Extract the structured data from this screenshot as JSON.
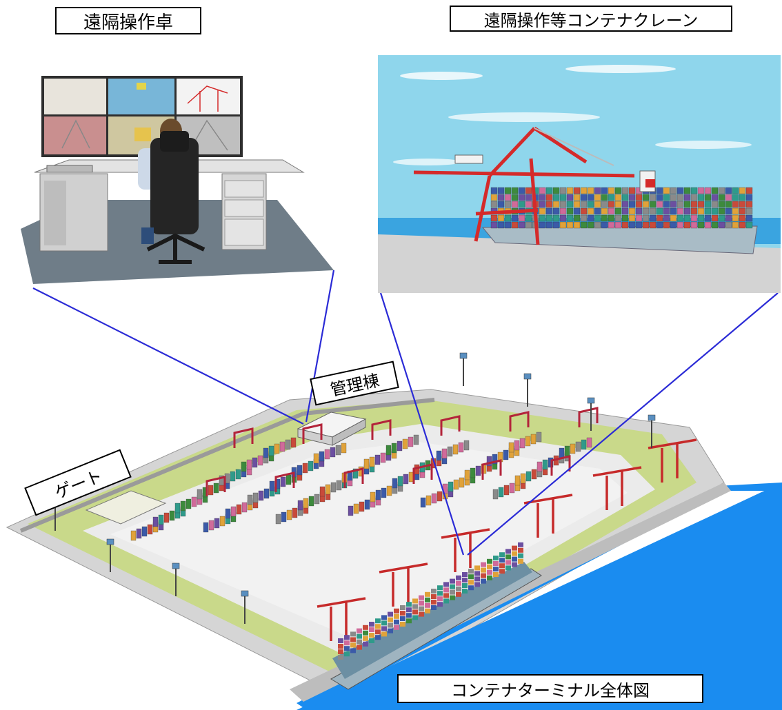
{
  "labels": {
    "remote_console": "遠隔操作卓",
    "remote_crane": "遠隔操作等コンテナクレーン",
    "admin_building": "管理棟",
    "gate": "ゲート",
    "terminal_overview": "コンテナターミナル全体図"
  },
  "colors": {
    "connector": "#2b2bd6",
    "sea": "#1a8cf0",
    "sky": "#8fd6ec",
    "yard": "#e6e6e6",
    "grass": "#c9d98a",
    "crane_red": "#d42a2a",
    "floor": "#6f7d88"
  },
  "icons": [
    "console-illustration",
    "crane-illustration",
    "terminal-illustration",
    "ship-icon",
    "crane-icon"
  ]
}
